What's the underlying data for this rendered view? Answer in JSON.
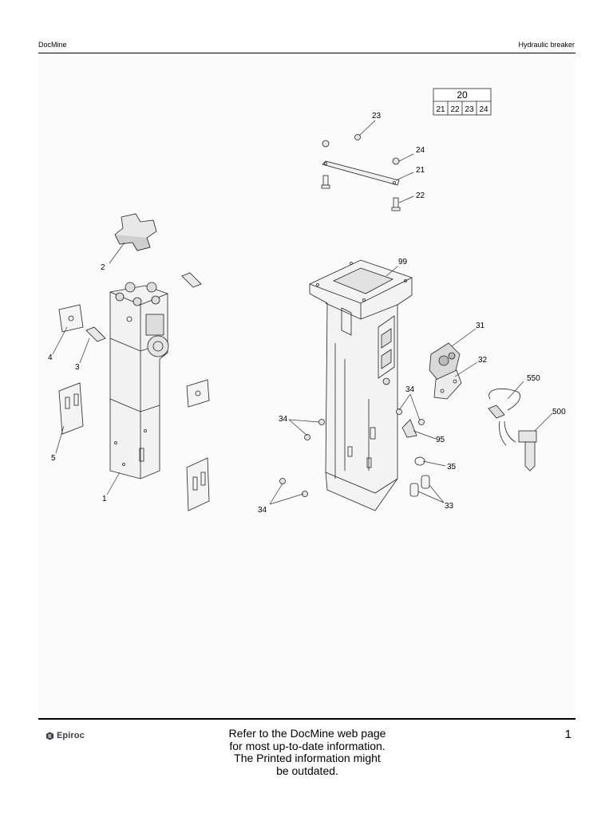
{
  "header": {
    "left": "DocMine",
    "right": "Hydraulic breaker"
  },
  "kit_table": {
    "title": "20",
    "items": [
      "21",
      "22",
      "23",
      "24"
    ]
  },
  "callouts": {
    "c1": "1",
    "c2": "2",
    "c3": "3",
    "c4": "4",
    "c5": "5",
    "c21": "21",
    "c22": "22",
    "c23": "23",
    "c24": "24",
    "c31": "31",
    "c32": "32",
    "c33": "33",
    "c35": "35",
    "c34a": "34",
    "c34b": "34",
    "c34c": "34",
    "c95": "95",
    "c99": "99",
    "c500": "500",
    "c550": "550"
  },
  "footer": {
    "brand": "Epiroc",
    "note_lines": [
      "Refer to the DocMine web page",
      "for most up-to-date information.",
      "The Printed information might",
      "be outdated."
    ],
    "page": "1"
  }
}
